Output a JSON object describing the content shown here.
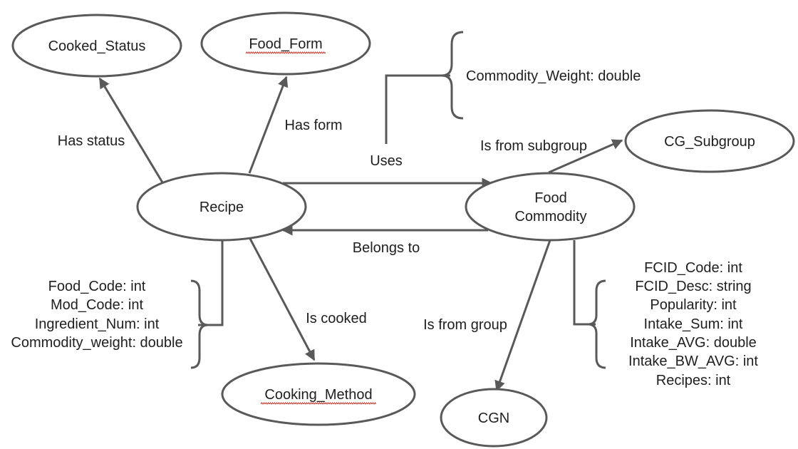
{
  "nodes": {
    "cooked_status": "Cooked_Status",
    "food_form": "Food_Form",
    "cg_subgroup": "CG_Subgroup",
    "recipe": "Recipe",
    "food_commodity_line1": "Food",
    "food_commodity_line2": "Commodity",
    "cooking_method": "Cooking_Method",
    "cgn": "CGN"
  },
  "edges": {
    "has_status": "Has status",
    "has_form": "Has form",
    "uses": "Uses",
    "is_from_subgroup": "Is from subgroup",
    "belongs_to": "Belongs to",
    "is_cooked": "Is cooked",
    "is_from_group": "Is from group"
  },
  "attributes": {
    "uses": [
      "Commodity_Weight: double"
    ],
    "recipe": [
      "Food_Code: int",
      "Mod_Code: int",
      "Ingredient_Num: int",
      "Commodity_weight: double"
    ],
    "food_commodity": [
      "FCID_Code: int",
      "FCID_Desc: string",
      "Popularity: int",
      "Intake_Sum: int",
      "Intake_AVG: double",
      "Intake_BW_AVG: int",
      "Recipes: int"
    ]
  }
}
